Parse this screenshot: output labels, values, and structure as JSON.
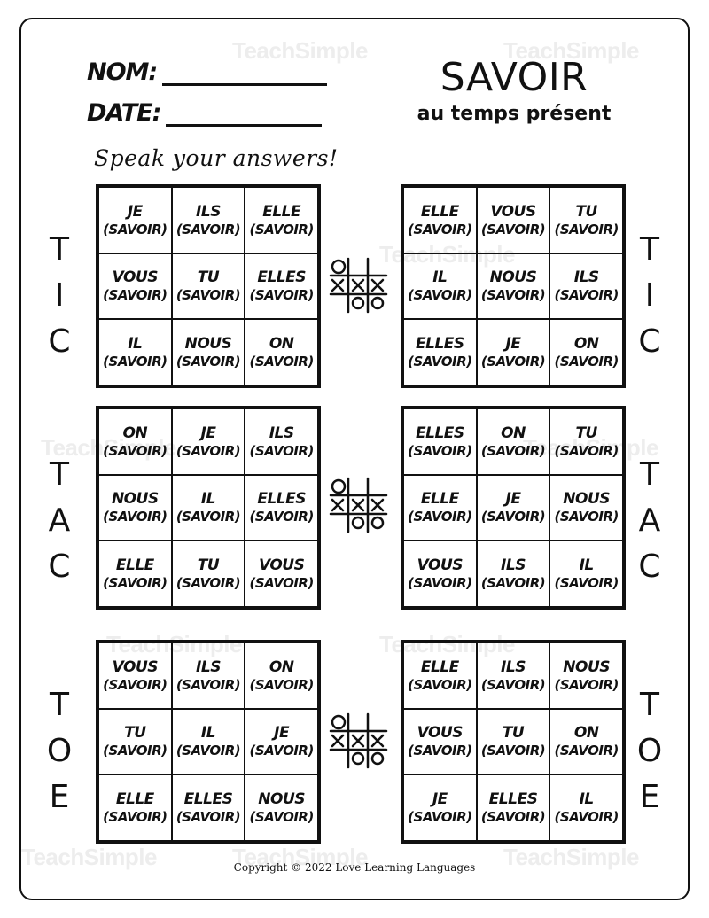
{
  "header": {
    "name_label": "NOM:",
    "date_label": "DATE:",
    "title": "SAVOIR",
    "subtitle": "au temps présent",
    "instruction": "Speak your answers!"
  },
  "side_labels": {
    "tic": [
      "T",
      "I",
      "C"
    ],
    "tac": [
      "T",
      "A",
      "C"
    ],
    "toe": [
      "T",
      "O",
      "E"
    ]
  },
  "watermark": "TeachSimple",
  "boards": [
    {
      "id": "tic-left",
      "cells": [
        [
          "JE",
          "(SAVOIR)"
        ],
        [
          "ILS",
          "(SAVOIR)"
        ],
        [
          "ELLE",
          "(SAVOIR)"
        ],
        [
          "VOUS",
          "(SAVOIR)"
        ],
        [
          "TU",
          "(SAVOIR)"
        ],
        [
          "ELLES",
          "(SAVOIR)"
        ],
        [
          "IL",
          "(SAVOIR)"
        ],
        [
          "NOUS",
          "(SAVOIR)"
        ],
        [
          "ON",
          "(SAVOIR)"
        ]
      ]
    },
    {
      "id": "tic-right",
      "cells": [
        [
          "ELLE",
          "(SAVOIR)"
        ],
        [
          "VOUS",
          "(SAVOIR)"
        ],
        [
          "TU",
          "(SAVOIR)"
        ],
        [
          "IL",
          "(SAVOIR)"
        ],
        [
          "NOUS",
          "(SAVOIR)"
        ],
        [
          "ILS",
          "(SAVOIR)"
        ],
        [
          "ELLES",
          "(SAVOIR)"
        ],
        [
          "JE",
          "(SAVOIR)"
        ],
        [
          "ON",
          "(SAVOIR)"
        ]
      ]
    },
    {
      "id": "tac-left",
      "cells": [
        [
          "ON",
          "(SAVOIR)"
        ],
        [
          "JE",
          "(SAVOIR)"
        ],
        [
          "ILS",
          "(SAVOIR)"
        ],
        [
          "NOUS",
          "(SAVOIR)"
        ],
        [
          "IL",
          "(SAVOIR)"
        ],
        [
          "ELLES",
          "(SAVOIR)"
        ],
        [
          "ELLE",
          "(SAVOIR)"
        ],
        [
          "TU",
          "(SAVOIR)"
        ],
        [
          "VOUS",
          "(SAVOIR)"
        ]
      ]
    },
    {
      "id": "tac-right",
      "cells": [
        [
          "ELLES",
          "(SAVOIR)"
        ],
        [
          "ON",
          "(SAVOIR)"
        ],
        [
          "TU",
          "(SAVOIR)"
        ],
        [
          "ELLE",
          "(SAVOIR)"
        ],
        [
          "JE",
          "(SAVOIR)"
        ],
        [
          "NOUS",
          "(SAVOIR)"
        ],
        [
          "VOUS",
          "(SAVOIR)"
        ],
        [
          "ILS",
          "(SAVOIR)"
        ],
        [
          "IL",
          "(SAVOIR)"
        ]
      ]
    },
    {
      "id": "toe-left",
      "cells": [
        [
          "VOUS",
          "(SAVOIR)"
        ],
        [
          "ILS",
          "(SAVOIR)"
        ],
        [
          "ON",
          "(SAVOIR)"
        ],
        [
          "TU",
          "(SAVOIR)"
        ],
        [
          "IL",
          "(SAVOIR)"
        ],
        [
          "JE",
          "(SAVOIR)"
        ],
        [
          "ELLE",
          "(SAVOIR)"
        ],
        [
          "ELLES",
          "(SAVOIR)"
        ],
        [
          "NOUS",
          "(SAVOIR)"
        ]
      ]
    },
    {
      "id": "toe-right",
      "cells": [
        [
          "ELLE",
          "(SAVOIR)"
        ],
        [
          "ILS",
          "(SAVOIR)"
        ],
        [
          "NOUS",
          "(SAVOIR)"
        ],
        [
          "VOUS",
          "(SAVOIR)"
        ],
        [
          "TU",
          "(SAVOIR)"
        ],
        [
          "ON",
          "(SAVOIR)"
        ],
        [
          "JE",
          "(SAVOIR)"
        ],
        [
          "ELLES",
          "(SAVOIR)"
        ],
        [
          "IL",
          "(SAVOIR)"
        ]
      ]
    }
  ],
  "footer": {
    "copyright": "Copyright © 2022 Love Learning Languages"
  }
}
